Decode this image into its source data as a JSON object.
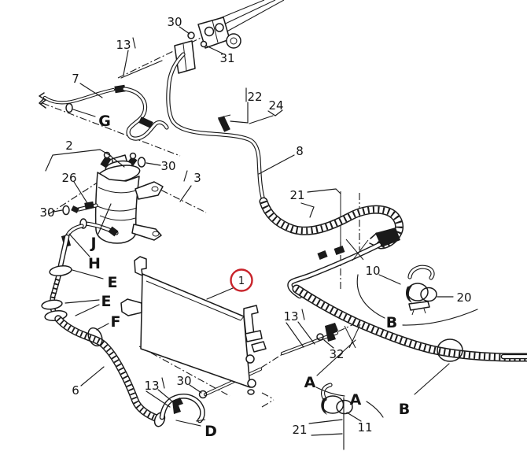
{
  "diagram": {
    "kind": "automotive-ac-parts-diagram",
    "background_color": "#ffffff",
    "line_color": "#1a1a1a",
    "highlight_color": "#c8232a",
    "highlighted_part": "1",
    "callouts": [
      {
        "id": "bolt-upper",
        "text": "30"
      },
      {
        "id": "bracket-upper",
        "text": "13"
      },
      {
        "id": "bolt-lower",
        "text": "31"
      },
      {
        "id": "hose-7",
        "text": "7"
      },
      {
        "id": "stud-22",
        "text": "22"
      },
      {
        "id": "stud-24",
        "text": "24"
      },
      {
        "id": "pipe-8",
        "text": "8"
      },
      {
        "id": "drier-assembly",
        "text": "2"
      },
      {
        "id": "oring-drier-top",
        "text": "30"
      },
      {
        "id": "valve-26",
        "text": "26"
      },
      {
        "id": "ref-3",
        "text": "3"
      },
      {
        "id": "oring-drier-left",
        "text": "30"
      },
      {
        "id": "ref-21-upper",
        "text": "21"
      },
      {
        "id": "ref-G",
        "text": "G"
      },
      {
        "id": "ref-J",
        "text": "J"
      },
      {
        "id": "ref-H",
        "text": "H"
      },
      {
        "id": "ref-E-upper",
        "text": "E"
      },
      {
        "id": "ref-E-lower",
        "text": "E"
      },
      {
        "id": "ref-F",
        "text": "F"
      },
      {
        "id": "condenser",
        "text": "1"
      },
      {
        "id": "clip-10",
        "text": "10"
      },
      {
        "id": "spring-20",
        "text": "20"
      },
      {
        "id": "ref-B-upper",
        "text": "B"
      },
      {
        "id": "bracket-middle",
        "text": "13"
      },
      {
        "id": "clip-32",
        "text": "32"
      },
      {
        "id": "ref-A-upper",
        "text": "A"
      },
      {
        "id": "hose-6",
        "text": "6"
      },
      {
        "id": "bracket-lower",
        "text": "13"
      },
      {
        "id": "oring-lower",
        "text": "30"
      },
      {
        "id": "ref-D",
        "text": "D"
      },
      {
        "id": "ref-A-lower",
        "text": "A"
      },
      {
        "id": "ref-B-lower",
        "text": "B"
      },
      {
        "id": "ref-21-lower",
        "text": "21"
      },
      {
        "id": "clip-11",
        "text": "11"
      }
    ]
  }
}
